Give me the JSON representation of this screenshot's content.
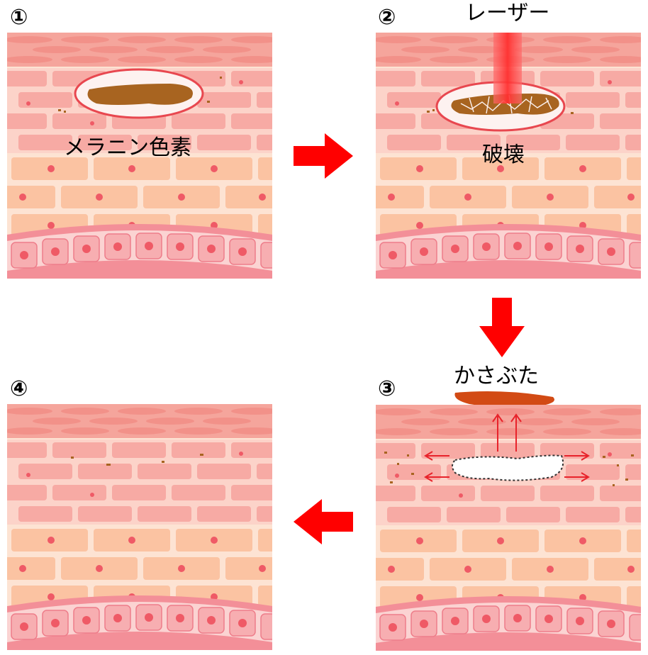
{
  "steps": [
    {
      "number": "①",
      "label": "メラニン色素"
    },
    {
      "number": "②",
      "laser": "レーザー",
      "label": "破壊"
    },
    {
      "number": "③",
      "label": "かさぶた"
    },
    {
      "number": "④"
    }
  ],
  "colors": {
    "arrow": "#ff0000",
    "melanin": "#a86420",
    "scab": "#d24a14",
    "laser": "#ff3a3a",
    "ellipse": "#e8474f",
    "skin_top": "#f7a8a0",
    "skin_mid": "#f9c2a8",
    "skin_bottom": "#f49aa0"
  }
}
